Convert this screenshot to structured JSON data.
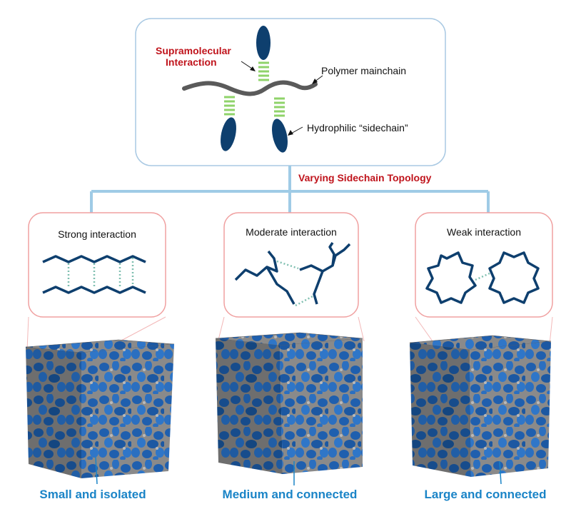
{
  "top_panel": {
    "supramolecular_line1": "Supramolecular",
    "supramolecular_line2": "Interaction",
    "polymer_mainchain": "Polymer  mainchain",
    "hydrophilic_sidechain": "Hydrophilic “sidechain”"
  },
  "varying_label": "Varying Sidechain Topology",
  "panels": [
    {
      "title": "Strong  interaction",
      "caption": "Small and isolated"
    },
    {
      "title": "Moderate  interaction",
      "caption": "Medium and connected"
    },
    {
      "title": "Weak  interaction",
      "caption": "Large and connected"
    }
  ],
  "colors": {
    "red_text": "#c0141c",
    "blue_caption": "#1a84c7",
    "navy": "#0e3f6e",
    "connector": "#9fcbe6",
    "green_dash": "#8fd36a",
    "dotted_teal": "#7fbfb0",
    "panel_border": "#f0a0a0",
    "top_border": "#a9c9e3"
  }
}
